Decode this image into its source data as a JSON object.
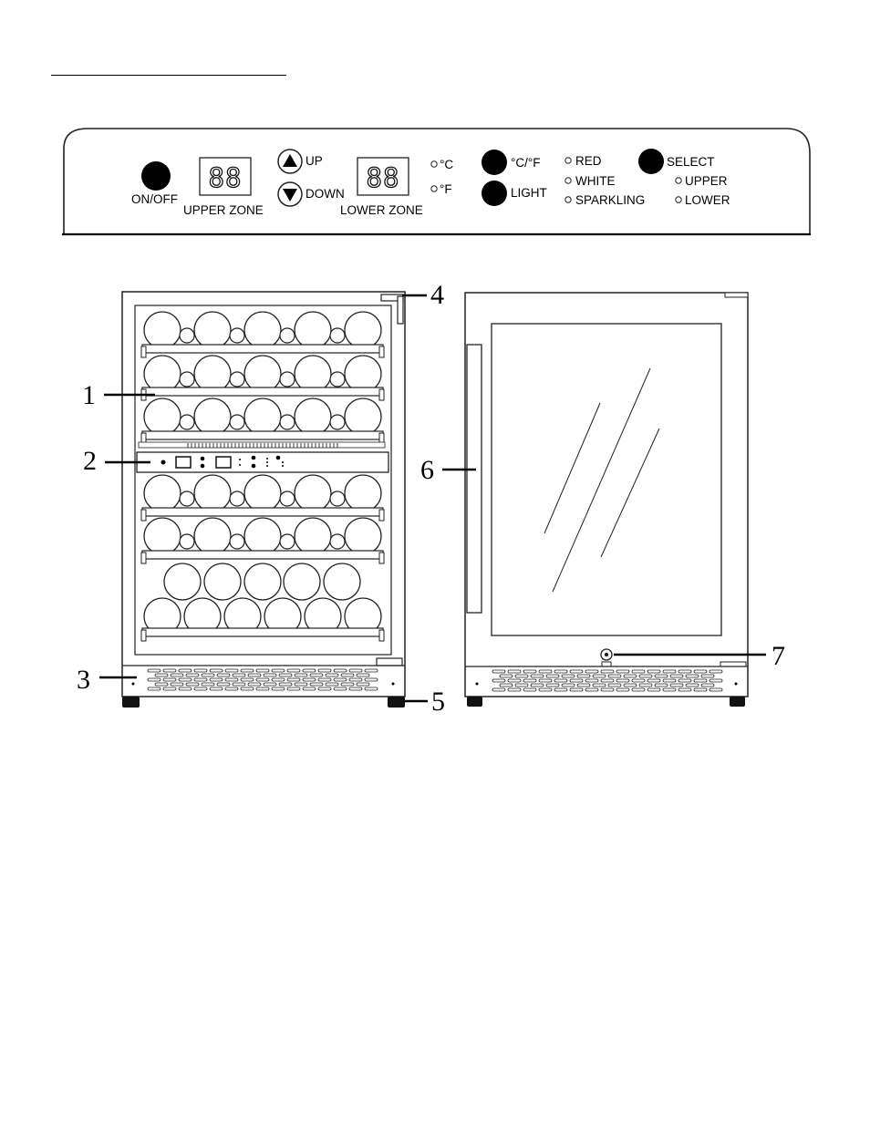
{
  "panel": {
    "on_off": "ON/OFF",
    "display_digits": "88",
    "upper_zone": "UPPER ZONE",
    "lower_zone": "LOWER ZONE",
    "up": "UP",
    "down": "DOWN",
    "celsius": "°C",
    "fahrenheit": "°F",
    "unit_button": "°C/°F",
    "light": "LIGHT",
    "wine_types": [
      "RED",
      "WHITE",
      "SPARKLING"
    ],
    "select": "SELECT",
    "select_zones": [
      "UPPER",
      "LOWER"
    ]
  },
  "callouts": [
    "1",
    "2",
    "3",
    "4",
    "5",
    "6",
    "7"
  ]
}
